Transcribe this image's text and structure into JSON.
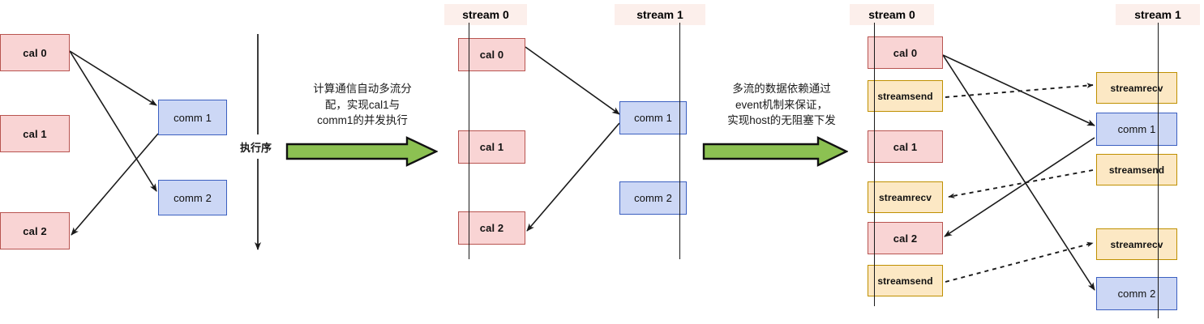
{
  "diagram": {
    "title": "multi-stream computation and communication scheduling",
    "colors": {
      "cal_fill": "#f9d4d4",
      "cal_stroke": "#b85450",
      "comm_fill": "#ccd7f5",
      "comm_stroke": "#3b5fc0",
      "event_fill": "#fce8c4",
      "event_stroke": "#bf9000",
      "header_fill": "#fcefeb",
      "arrow_green": "#8cc152",
      "line": "#1a1a1a"
    }
  },
  "panel_left": {
    "cal_nodes": [
      {
        "label": "cal 0"
      },
      {
        "label": "cal 1"
      },
      {
        "label": "cal 2"
      }
    ],
    "comm_nodes": [
      {
        "label": "comm 1"
      },
      {
        "label": "comm 2"
      }
    ],
    "exec_order_label": "执行序"
  },
  "transition_1": {
    "text": "计算通信自动多流分\n配，实现cal1与\ncomm1的并发执行"
  },
  "panel_middle": {
    "stream0": {
      "header": "stream 0",
      "nodes": [
        {
          "label": "cal 0"
        },
        {
          "label": "cal 1"
        },
        {
          "label": "cal 2"
        }
      ]
    },
    "stream1": {
      "header": "stream 1",
      "nodes": [
        {
          "label": "comm 1"
        },
        {
          "label": "comm 2"
        }
      ]
    }
  },
  "transition_2": {
    "text": "多流的数据依赖通过\nevent机制来保证，\n实现host的无阻塞下发"
  },
  "panel_right": {
    "stream0": {
      "header": "stream 0",
      "nodes": [
        {
          "label": "cal 0"
        },
        {
          "label": "streamsend"
        },
        {
          "label": "cal 1"
        },
        {
          "label": "streamrecv"
        },
        {
          "label": "cal 2"
        },
        {
          "label": "streamsend"
        }
      ]
    },
    "stream1": {
      "header": "stream 1",
      "nodes": [
        {
          "label": "streamrecv"
        },
        {
          "label": "comm 1"
        },
        {
          "label": "streamsend"
        },
        {
          "label": "streamrecv"
        },
        {
          "label": "comm 2"
        }
      ]
    }
  }
}
